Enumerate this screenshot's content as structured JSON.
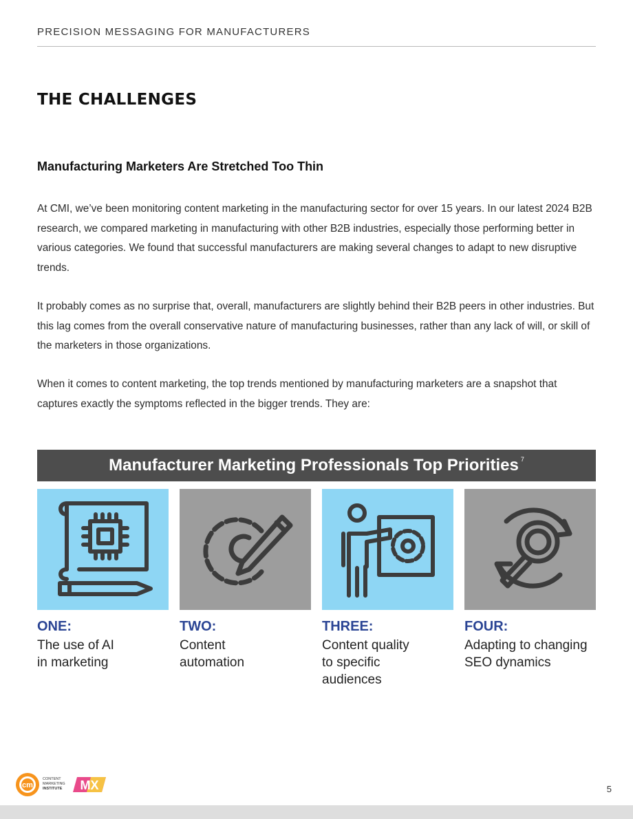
{
  "header": {
    "running_title": "PRECISION MESSAGING FOR MANUFACTURERS"
  },
  "main": {
    "title": "THE CHALLENGES",
    "subtitle": "Manufacturing Marketers Are Stretched Too Thin",
    "paragraphs": [
      "At CMI, we’ve been monitoring content marketing in the manufacturing sector for over 15 years. In our latest 2024 B2B research, we compared marketing in manufacturing with other B2B industries, especially those performing better in various categories. We found that successful manufacturers are making several changes to adapt to new disruptive trends.",
      "It probably comes as no surprise that, overall, manufacturers are slightly behind their B2B peers in other industries. But this lag comes from the overall conservative nature of manufacturing businesses, rather than any lack of will, or skill of the marketers in those organizations.",
      "When it comes to content marketing, the top trends mentioned by manufacturing marketers are a snapshot that captures exactly the symptoms reflected in the bigger trends. They are:"
    ]
  },
  "priorities": {
    "title": "Manufacturer Marketing Professionals Top Priorities",
    "footnote": "7",
    "items": [
      {
        "label": "ONE:",
        "line1": "The use of AI",
        "line2": "in marketing",
        "line3": "",
        "icon": "blueprint-chip-icon",
        "tile_color": "#8ed6f4"
      },
      {
        "label": "TWO:",
        "line1": "Content",
        "line2": "automation",
        "line3": "",
        "icon": "gear-pencil-icon",
        "tile_color": "#9d9d9d"
      },
      {
        "label": "THREE:",
        "line1": "Content quality",
        "line2": "to specific",
        "line3": "audiences",
        "icon": "presenter-gear-icon",
        "tile_color": "#8ed6f4"
      },
      {
        "label": "FOUR:",
        "line1": "Adapting to changing",
        "line2": "SEO dynamics",
        "line3": "",
        "icon": "magnifier-cycle-icon",
        "tile_color": "#9d9d9d"
      }
    ]
  },
  "footer": {
    "logo": {
      "mark": "cm",
      "line1": "CONTENT",
      "line2": "MARKETING",
      "line3": "INSTITUTE",
      "badge": "MX"
    },
    "page_number": "5"
  },
  "colors": {
    "accent_blue": "#2a4494",
    "tile_blue": "#8ed6f4",
    "tile_gray": "#9d9d9d",
    "banner": "#4d4d4d",
    "logo_orange": "#f7941d",
    "badge_pink": "#e94a8a"
  }
}
